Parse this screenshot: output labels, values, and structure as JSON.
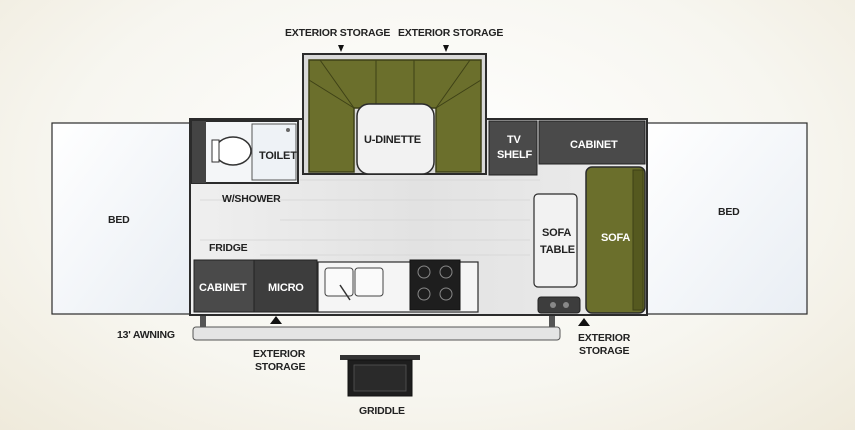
{
  "labels": {
    "exterior_storage_top_left": "EXTERIOR STORAGE",
    "exterior_storage_top_right": "EXTERIOR STORAGE",
    "u_dinette": "U-DINETTE",
    "toilet": "TOILET",
    "w_shower": "W/SHOWER",
    "tv_shelf_line1": "TV",
    "tv_shelf_line2": "SHELF",
    "cabinet_upper": "CABINET",
    "bed_left": "BED",
    "bed_right": "BED",
    "sofa_table_line1": "SOFA",
    "sofa_table_line2": "TABLE",
    "sofa": "SOFA",
    "fridge": "FRIDGE",
    "cabinet_lower": "CABINET",
    "micro": "MICRO",
    "awning": "13' AWNING",
    "exterior_storage_bottom_line1": "EXTERIOR",
    "exterior_storage_bottom_line2": "STORAGE",
    "exterior_storage_right_line1": "EXTERIOR",
    "exterior_storage_right_line2": "STORAGE",
    "griddle": "GRIDDLE"
  },
  "colors": {
    "olive": "#6b6f2c",
    "olive_dark": "#3e4116",
    "cabinet": "#4a4a4a",
    "floor": "#e8e8e8",
    "bed_fill": "#ffffff",
    "wall": "#2b2b2b"
  }
}
